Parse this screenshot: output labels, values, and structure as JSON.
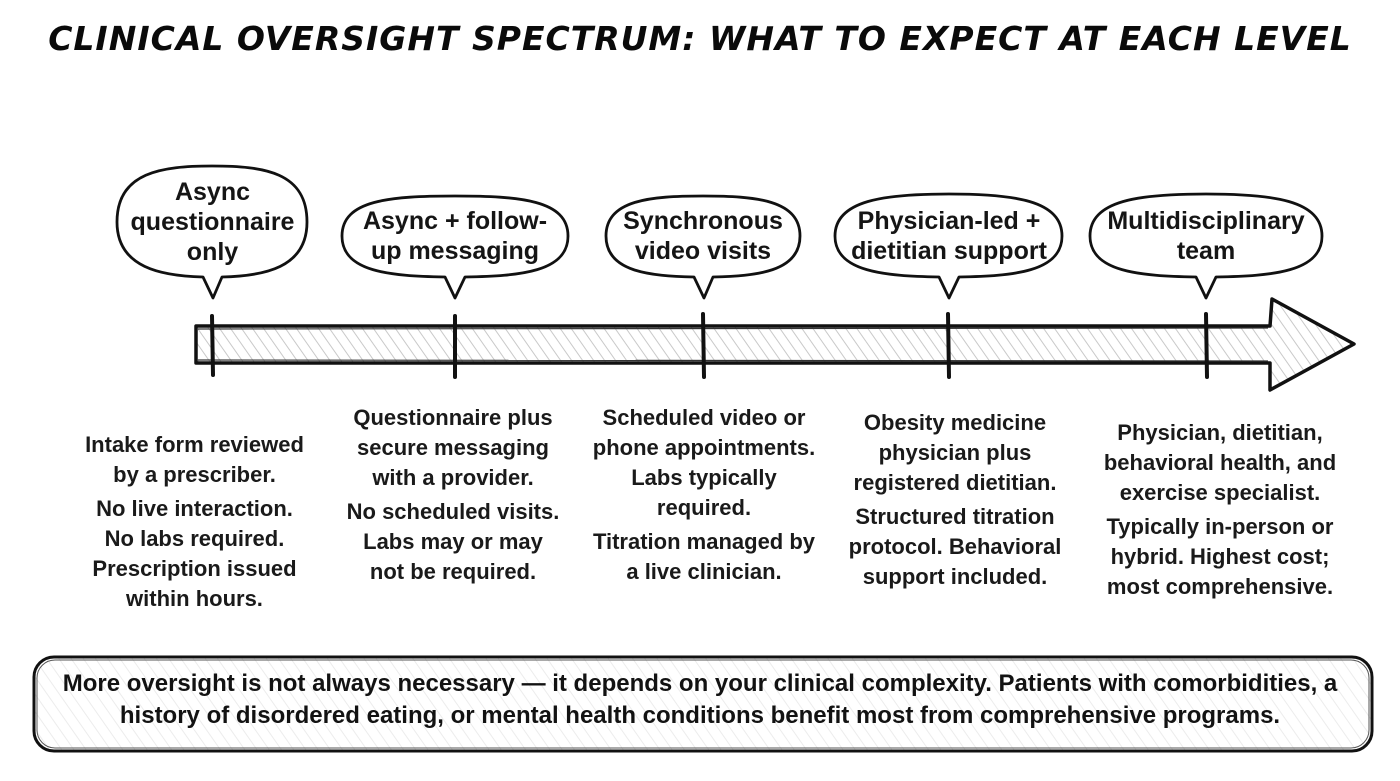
{
  "title": "CLINICAL OVERSIGHT SPECTRUM: WHAT TO EXPECT AT EACH LEVEL",
  "levels": [
    {
      "name": "Async questionnaire only",
      "description": [
        "Intake form reviewed by a prescriber.",
        "No live interaction.",
        "No labs required.",
        "Prescription issued within hours."
      ]
    },
    {
      "name": "Async + follow-up messaging",
      "description": [
        "Questionnaire plus secure messaging with a provider.",
        "No scheduled visits.",
        "Labs may or may not be required."
      ]
    },
    {
      "name": "Synchronous video visits",
      "description": [
        "Scheduled video or phone appointments.",
        "Labs typically required.",
        "Titration managed by a live clinician."
      ]
    },
    {
      "name": "Physician-led + dietitian support",
      "description": [
        "Obesity medicine physician plus registered dietitian.",
        "Structured titration protocol. Behavioral support included."
      ]
    },
    {
      "name": "Multidisciplinary team",
      "description": [
        "Physician, dietitian, behavioral health, and exercise specialist.",
        "Typically in-person or hybrid. Highest cost; most comprehensive."
      ]
    }
  ],
  "note": "More oversight is not always necessary — it depends on your clinical complexity. Patients with comorbidities, a history of disordered eating, or mental health conditions benefit most from comprehensive programs."
}
